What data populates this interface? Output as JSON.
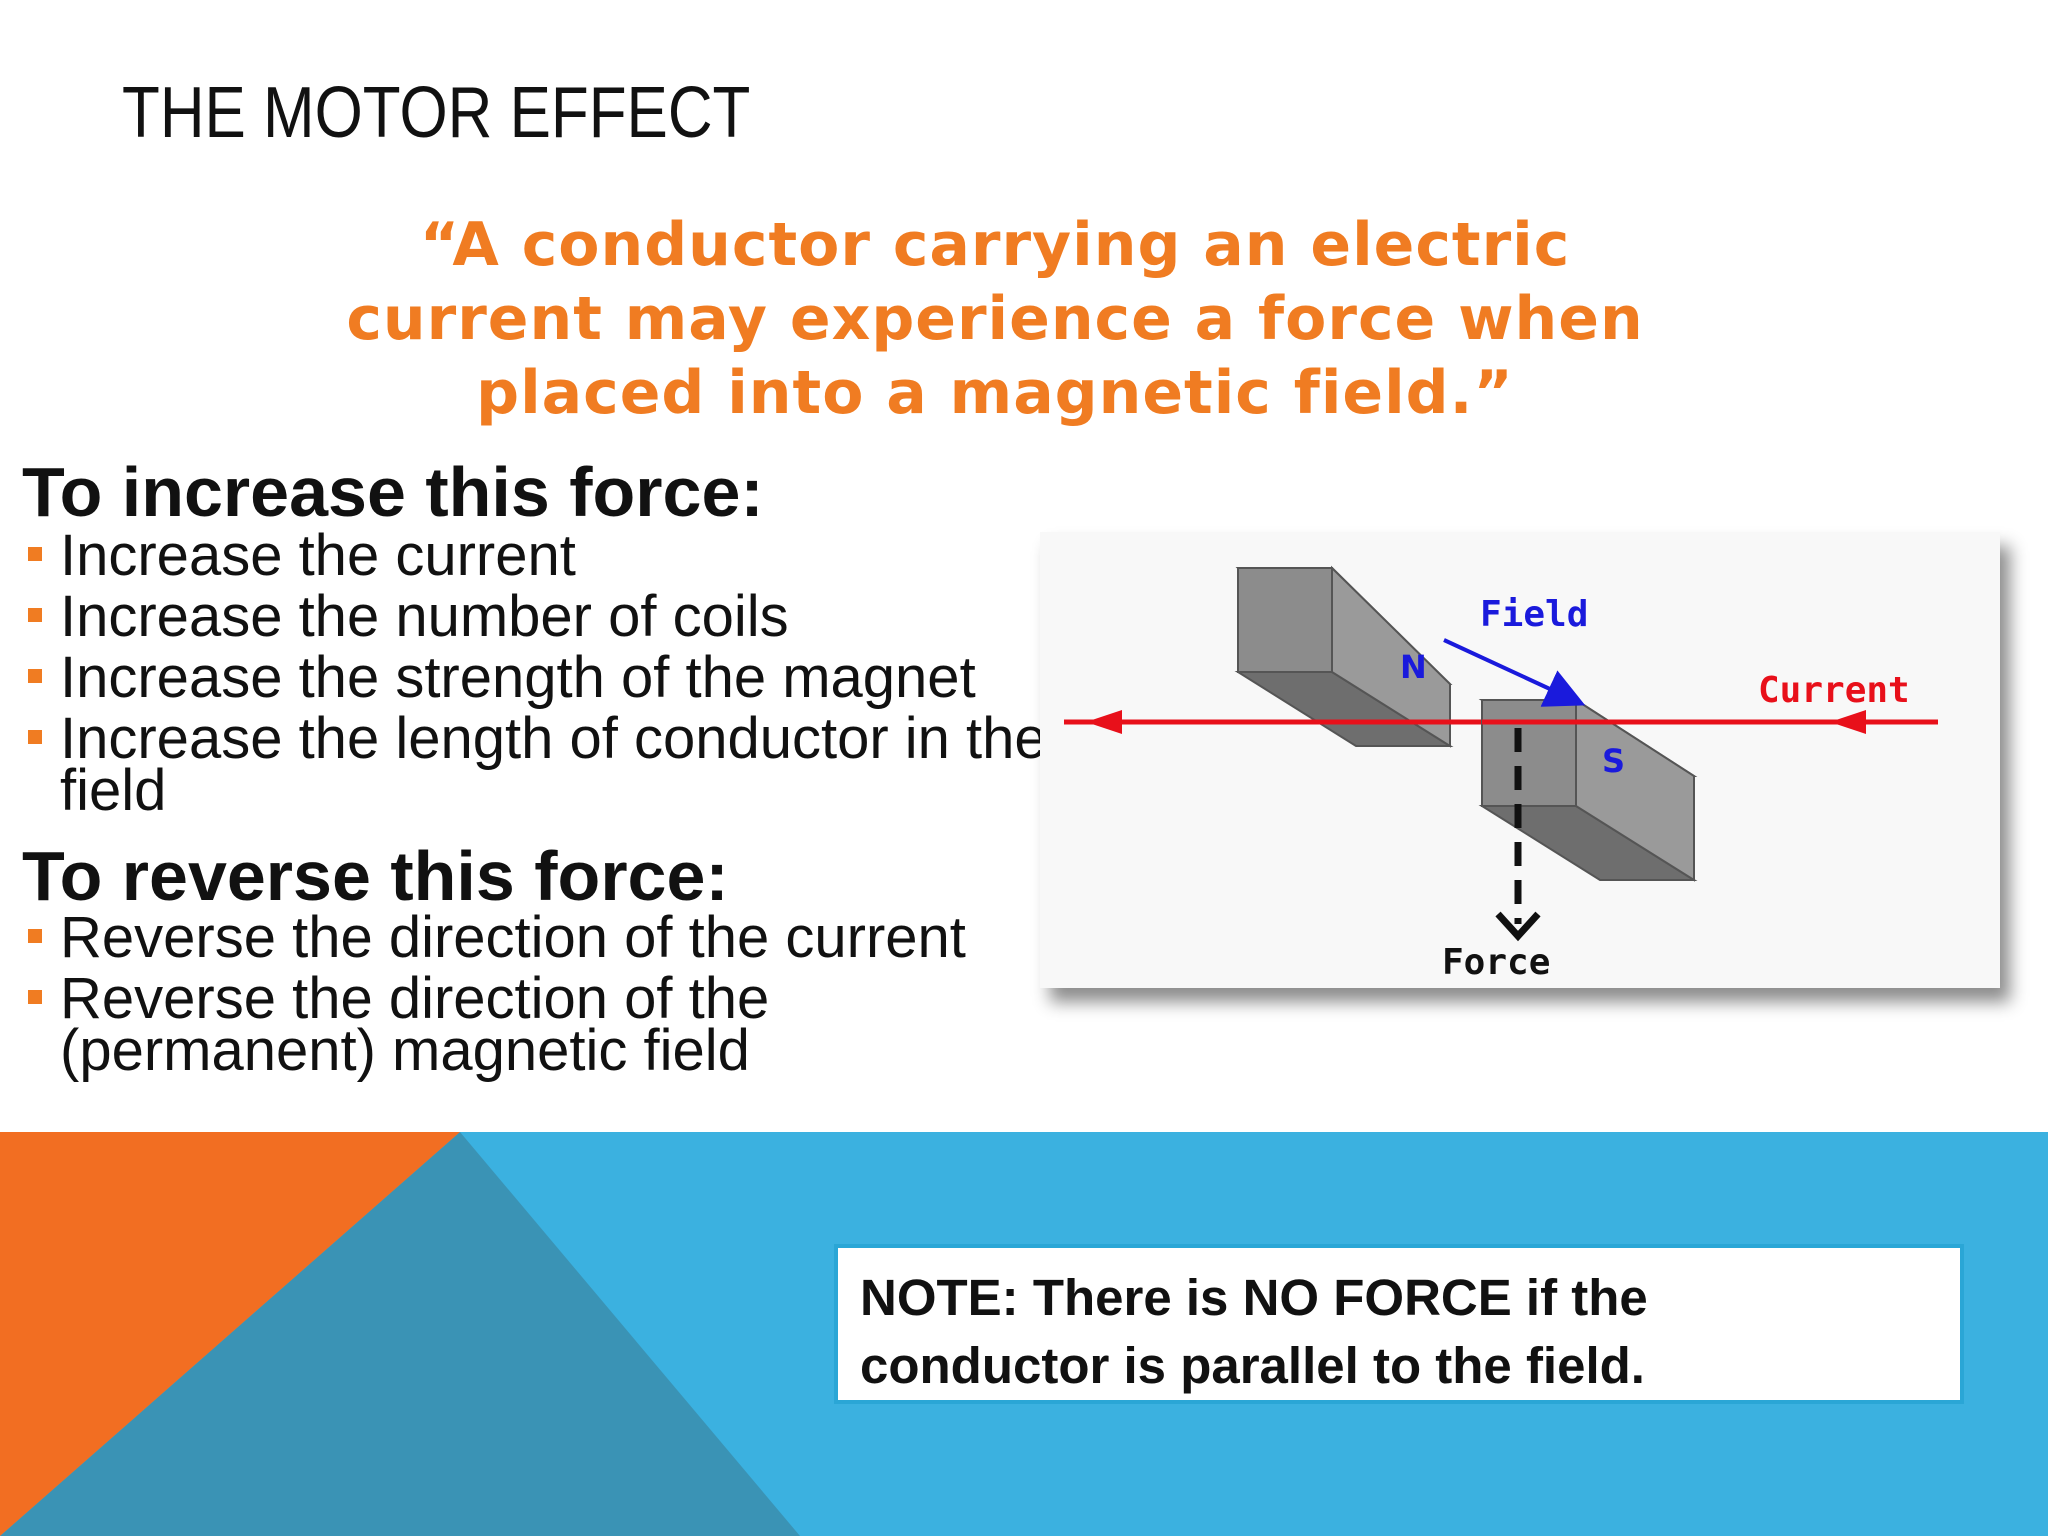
{
  "slide": {
    "title": "THE MOTOR EFFECT",
    "quote": {
      "lines": [
        "“A conductor carrying an electric",
        "current may experience a force when",
        "placed into a magnetic field.”"
      ]
    },
    "increase": {
      "heading": "To increase this force:",
      "items": [
        "Increase the current",
        "Increase the number of coils",
        "Increase the strength of the magnet",
        "Increase the length of conductor in the field"
      ]
    },
    "reverse": {
      "heading": "To reverse this force:",
      "items": [
        "Reverse the direction of the current",
        "Reverse the direction of the (permanent) magnetic field"
      ]
    },
    "diagram": {
      "field_label": "Field",
      "current_label": "Current",
      "force_label": "Force",
      "north_label": "N",
      "south_label": "S"
    },
    "note": {
      "lines": [
        "NOTE:  There is NO FORCE if the",
        "conductor is parallel to the field."
      ]
    }
  },
  "colors": {
    "accent_orange": "#f07c22",
    "band_blue": "#3bb1e0",
    "band_dark_blue": "#3a93b5",
    "current_red": "#e8101a",
    "field_blue": "#1a1adc"
  }
}
